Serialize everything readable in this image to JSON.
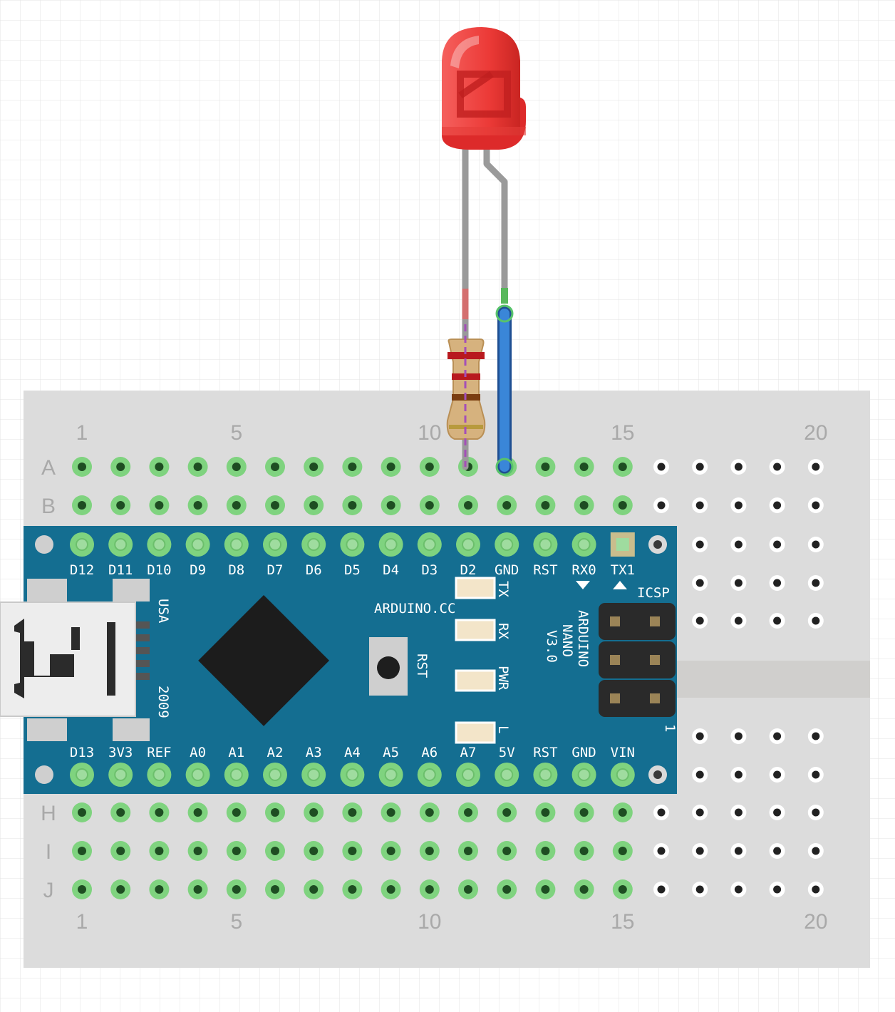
{
  "breadboard": {
    "column_labels_top": [
      "1",
      "5",
      "10",
      "15",
      "20"
    ],
    "column_labels_bottom": [
      "1",
      "5",
      "10",
      "15",
      "20"
    ],
    "row_labels": [
      "A",
      "B",
      "H",
      "I",
      "J"
    ]
  },
  "board": {
    "top_pins": [
      "D12",
      "D11",
      "D10",
      "D9",
      "D8",
      "D7",
      "D6",
      "D5",
      "D4",
      "D3",
      "D2",
      "GND",
      "RST",
      "RX0",
      "TX1"
    ],
    "bottom_pins": [
      "D13",
      "3V3",
      "REF",
      "A0",
      "A1",
      "A2",
      "A3",
      "A4",
      "A5",
      "A6",
      "A7",
      "5V",
      "RST",
      "GND",
      "VIN"
    ],
    "site": "ARDUINO.CC",
    "name_lines": [
      "ARDUINO",
      "NANO",
      "V3.0"
    ],
    "country": "USA",
    "year": "2009",
    "reset_label": "RST",
    "leds": [
      "TX",
      "RX",
      "PWR",
      "L"
    ],
    "icsp_label": "ICSP",
    "icsp_pin1": "1"
  },
  "colors": {
    "board": "#146e91",
    "pin_highlight": "#7fd37f",
    "led": "#e8322f",
    "wire": "#2f6fc9",
    "breadboard": "#dcdcdc"
  }
}
